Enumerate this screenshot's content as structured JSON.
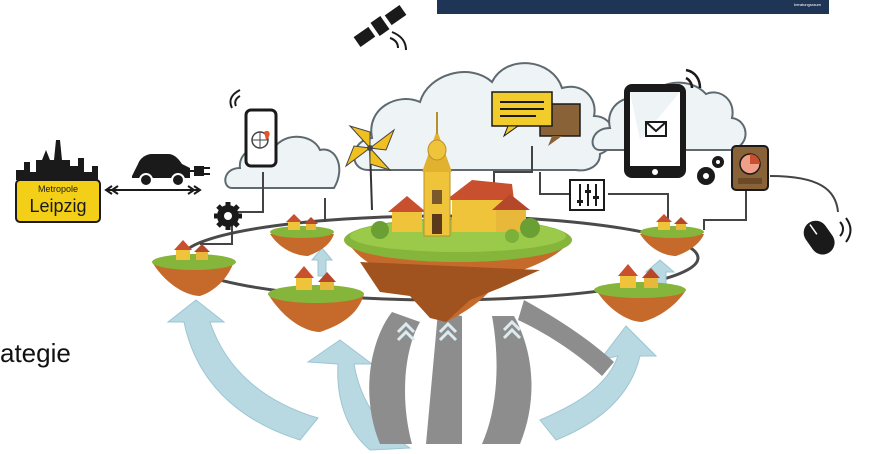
{
  "banner": {
    "text": "beratungsraum"
  },
  "sign": {
    "line1": "Metropole",
    "line2": "Leipzig"
  },
  "side_text": "ategie",
  "colors": {
    "banner": "#1f3556",
    "cloud_fill": "#eef3f6",
    "cloud_stroke": "#5e6970",
    "arrow_light": "#b8d8e2",
    "arrow_gray": "#8d8d8d",
    "island_soil": "#c66a2c",
    "island_grass": "#85b53a",
    "sign_yellow": "#f4cf18",
    "roof_red": "#c8502e",
    "church_yellow": "#efc33a",
    "chat_yellow": "#f2cc2a",
    "chat_brown": "#8a6238",
    "dark": "#222222"
  },
  "icons": [
    "satellite-icon",
    "car-icon",
    "plug-icon",
    "gear-icon",
    "smartphone-icon",
    "wifi-icon",
    "pinwheel-icon",
    "chat-icon",
    "tablet-icon",
    "mail-icon",
    "gears-icon",
    "control-box-icon",
    "mouse-icon",
    "sliders-icon",
    "skyline-icon",
    "church-icon"
  ]
}
